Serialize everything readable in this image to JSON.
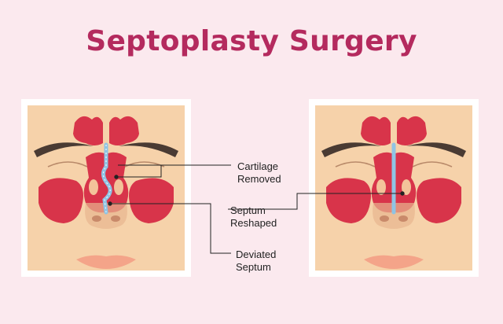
{
  "title": "Septoplasty Surgery",
  "labels": {
    "cartilage_removed": [
      "Cartilage",
      "Removed"
    ],
    "septum_reshaped": [
      "Septum",
      "Reshaped"
    ],
    "deviated_septum": [
      "Deviated",
      "Septum"
    ]
  },
  "panels": [
    "before-deviated",
    "after-straightened"
  ],
  "colors": {
    "background": "#fbe9ee",
    "title": "#b42a5e",
    "skin": "#f6d2aa",
    "sinus": "#d8344a",
    "septum": "#8fc4e4",
    "lips": "#f4a489",
    "brows": "#4a3b33"
  }
}
